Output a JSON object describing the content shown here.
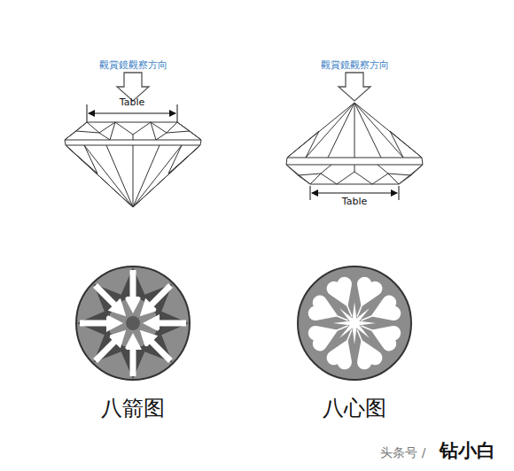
{
  "diagram": {
    "labels": [
      "觀賞鏡觀察方向",
      "Table",
      "觀賞鏡觀察方向",
      "Table",
      "八箭图",
      "八心图",
      "头条号 /",
      "钻小白"
    ]
  }
}
